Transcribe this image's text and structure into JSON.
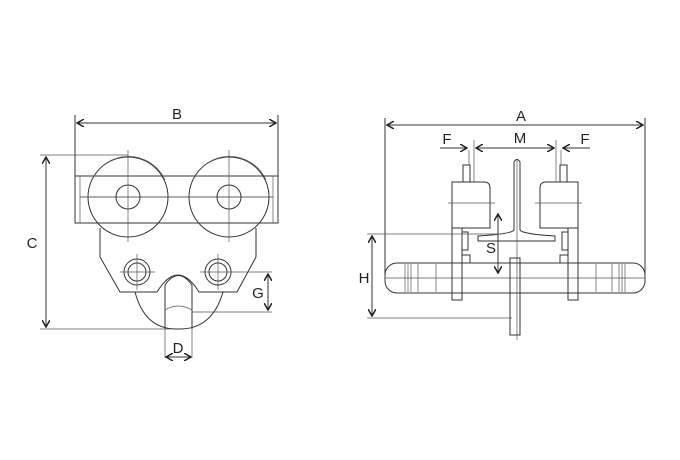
{
  "left_view": {
    "labels": {
      "width": "B",
      "height": "C",
      "hook_opening": "D",
      "hook_height": "G"
    }
  },
  "right_view": {
    "labels": {
      "overall_width": "A",
      "flange_left": "F",
      "flange_width": "M",
      "flange_right": "F",
      "rail_clearance": "S",
      "height": "H"
    }
  },
  "colors": {
    "line": "#333333",
    "background": "#ffffff"
  }
}
